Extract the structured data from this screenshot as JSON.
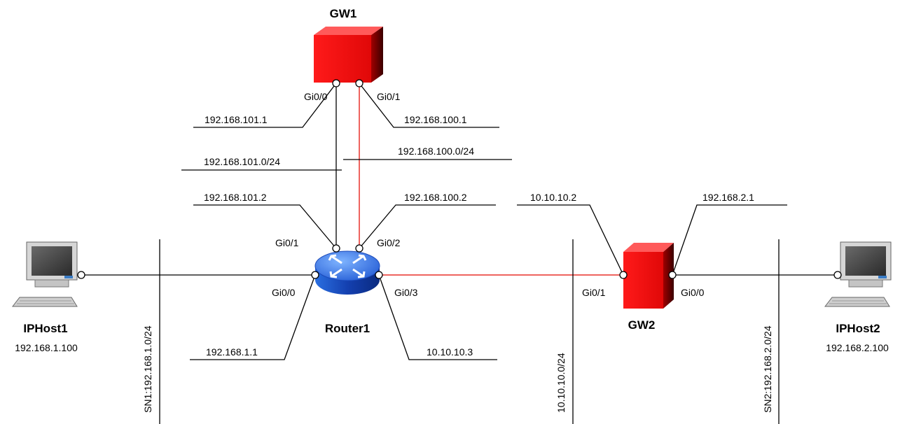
{
  "devices": {
    "gw1": {
      "name": "GW1"
    },
    "gw2": {
      "name": "GW2"
    },
    "router1": {
      "name": "Router1"
    },
    "iphost1": {
      "name": "IPHost1",
      "ip": "192.168.1.100"
    },
    "iphost2": {
      "name": "IPHost2",
      "ip": "192.168.2.100"
    }
  },
  "interfaces": {
    "gw1_gi00": "Gi0/0",
    "gw1_gi01": "Gi0/1",
    "r1_gi01": "Gi0/1",
    "r1_gi02": "Gi0/2",
    "r1_gi00": "Gi0/0",
    "r1_gi03": "Gi0/3",
    "gw2_gi01": "Gi0/1",
    "gw2_gi00": "Gi0/0"
  },
  "addresses": {
    "gw1_gi00": "192.168.101.1",
    "gw1_gi01": "192.168.100.1",
    "r1_gi01": "192.168.101.2",
    "r1_gi02": "192.168.100.2",
    "r1_gi00": "192.168.1.1",
    "r1_gi03": "10.10.10.3",
    "gw2_gi01": "10.10.10.2",
    "gw2_gi00": "192.168.2.1"
  },
  "subnets": {
    "gw1_r1_left": "192.168.101.0/24",
    "gw1_r1_right": "192.168.100.0/24",
    "sn1": "SN1:192.168.1.0/24",
    "transit": "10.10.10.0/24",
    "sn2": "SN2:192.168.2.0/24"
  },
  "colors": {
    "link_red": "#e8302a",
    "firewall_red": "#ee1111",
    "router_blue": "#1f5fd8"
  }
}
